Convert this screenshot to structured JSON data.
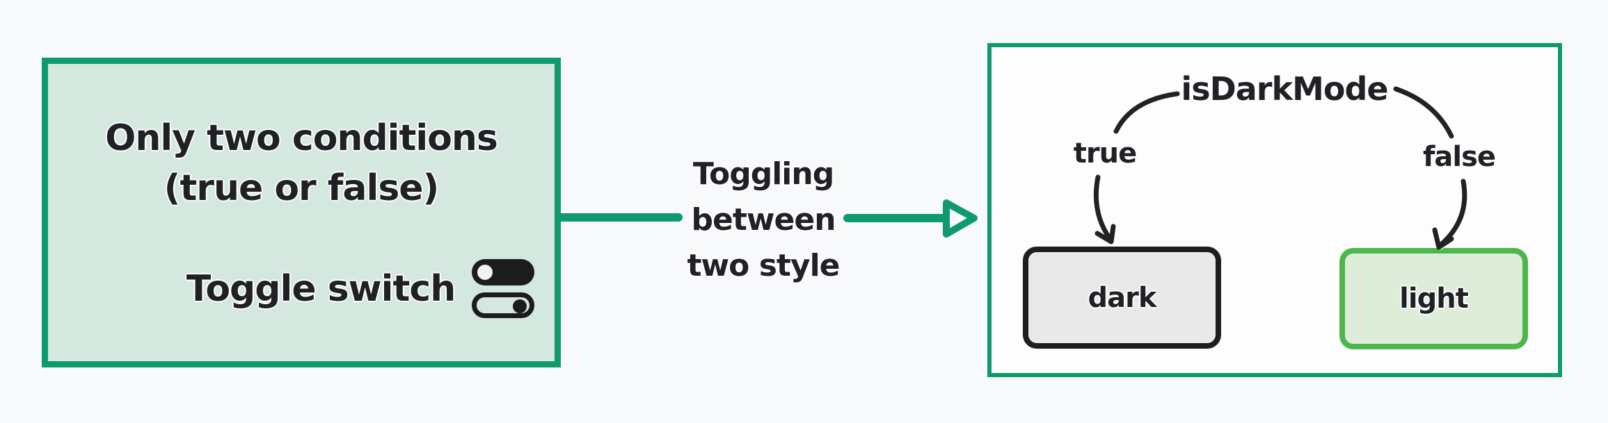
{
  "colors": {
    "page_bg": "#f8f9fb",
    "deep_green": "#0e9a6d",
    "mint_fill": "#d5e8e0",
    "panel_fill": "#fdfdfd",
    "dark_fill": "#e9e9e9",
    "dark_border": "#1e1e1e",
    "light_fill": "#deedda",
    "light_border": "#4bb74d",
    "ink": "#1f2125"
  },
  "left_panel": {
    "line1": "Only two conditions",
    "line2": "(true or false)",
    "toggle_label": "Toggle switch",
    "toggle_icon": "toggle-switches-icon"
  },
  "arrow": {
    "label": "Toggling\nbetween\ntwo style"
  },
  "right_panel": {
    "title": "isDarkMode",
    "branch_true": "true",
    "branch_false": "false",
    "dark_label": "dark",
    "light_label": "light"
  }
}
